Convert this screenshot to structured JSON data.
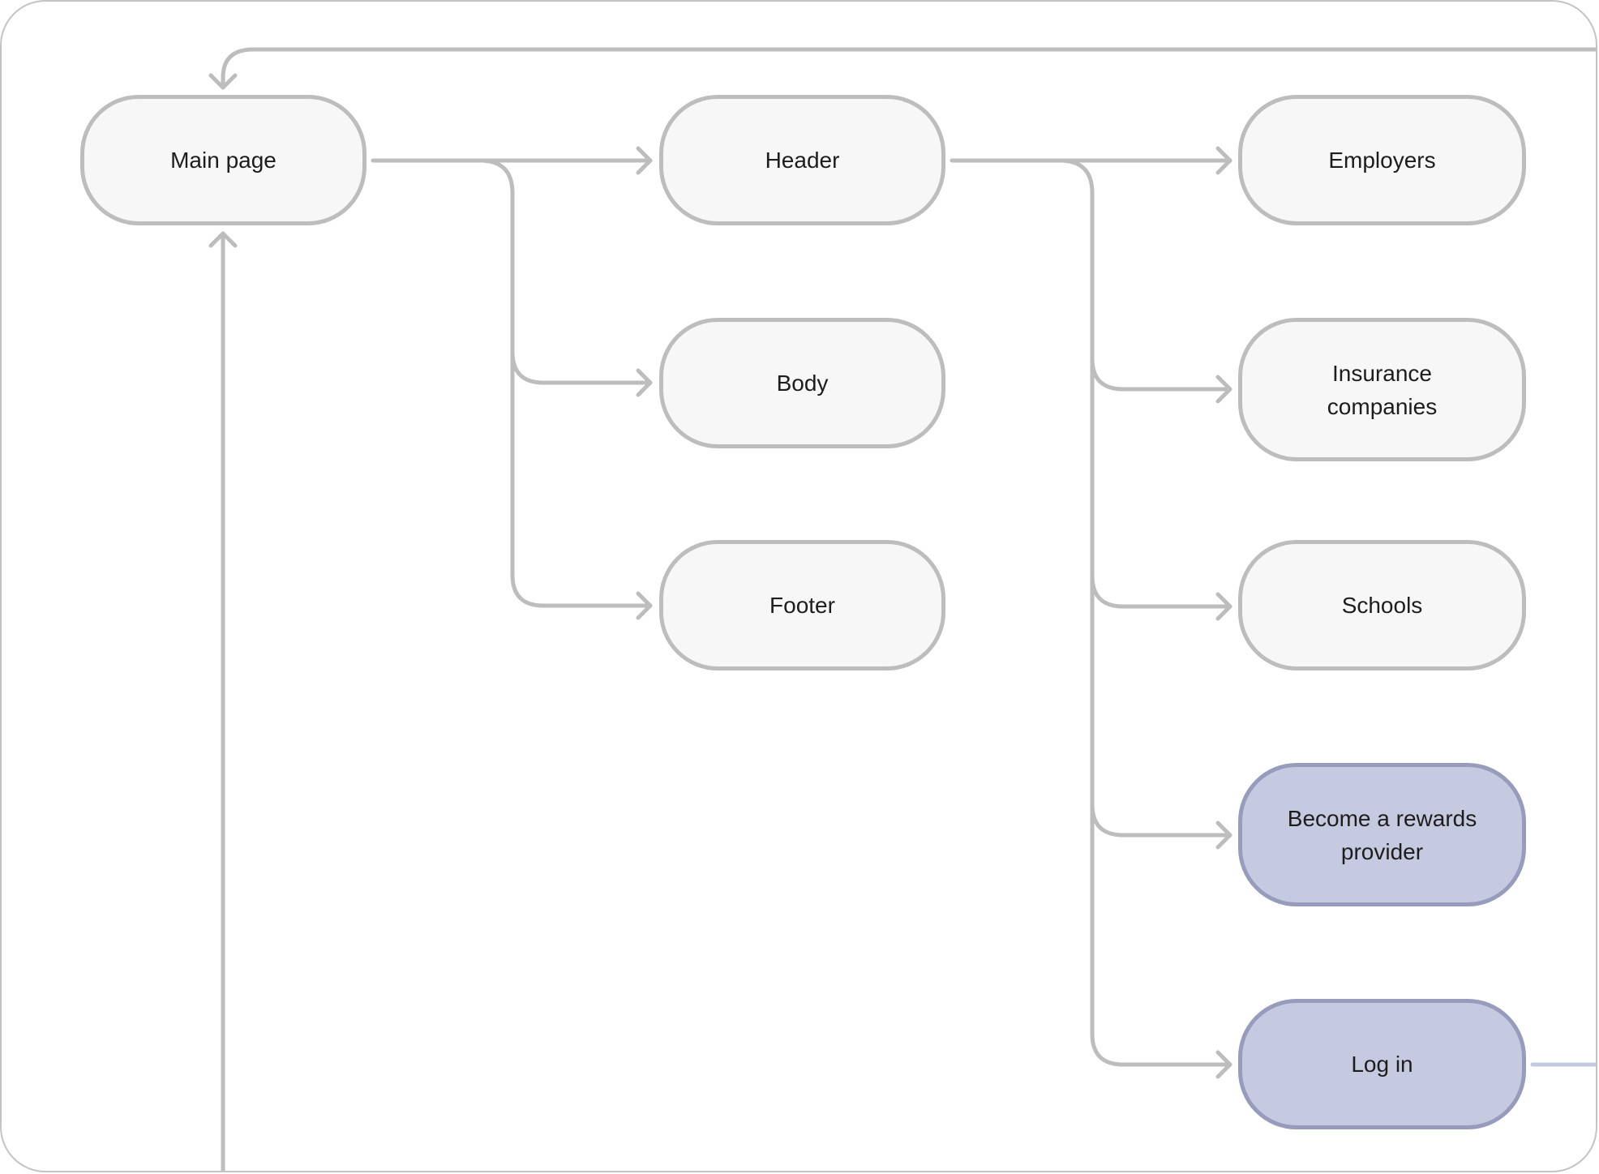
{
  "diagram": {
    "colors": {
      "connector": "#bdbdbd",
      "node_fill": "#f7f7f7",
      "node_border": "#bdbdbd",
      "highlight_fill": "#c5cae1",
      "highlight_border": "#979cbd",
      "outgoing_link": "#c5cae1"
    },
    "nodes": [
      {
        "id": "main-page",
        "label": "Main page",
        "highlight": false
      },
      {
        "id": "header",
        "label": "Header",
        "highlight": false
      },
      {
        "id": "body",
        "label": "Body",
        "highlight": false
      },
      {
        "id": "footer",
        "label": "Footer",
        "highlight": false
      },
      {
        "id": "employers",
        "label": "Employers",
        "highlight": false
      },
      {
        "id": "insurance-companies",
        "label": "Insurance\ncompanies",
        "highlight": false
      },
      {
        "id": "schools",
        "label": "Schools",
        "highlight": false
      },
      {
        "id": "become-rewards-provider",
        "label": "Become a rewards\nprovider",
        "highlight": true
      },
      {
        "id": "log-in",
        "label": "Log in",
        "highlight": true
      }
    ],
    "edges": [
      {
        "from": "main-page",
        "to": "header"
      },
      {
        "from": "main-page",
        "to": "body"
      },
      {
        "from": "main-page",
        "to": "footer"
      },
      {
        "from": "header",
        "to": "employers"
      },
      {
        "from": "header",
        "to": "insurance-companies"
      },
      {
        "from": "header",
        "to": "schools"
      },
      {
        "from": "header",
        "to": "become-rewards-provider"
      },
      {
        "from": "header",
        "to": "log-in"
      }
    ]
  }
}
